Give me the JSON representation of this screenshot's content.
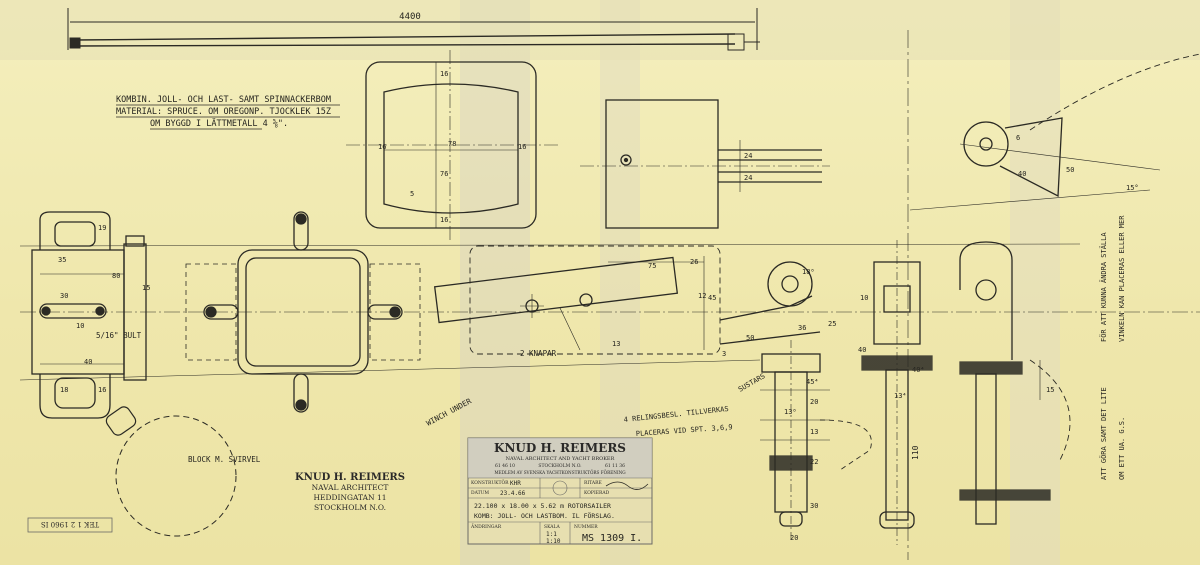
{
  "overall_length": "4400",
  "title_note": {
    "line1": "KOMBIN. JOLL- OCH LAST- SAMT SPINNACKERBOM",
    "line2": "MATERIAL: SPRUCE. OM OREGONP. TJOCKLEK 15Z",
    "line3": "OM BYGGD I LÄTTMETALL 4 ⅝\"."
  },
  "dims": {
    "d16a": "16",
    "d78": "78",
    "d16b": "16",
    "d16c": "16",
    "d76": "76",
    "d16d": "16",
    "d5": "5",
    "d24a": "24",
    "d24b": "24",
    "d35": "35",
    "d80": "80",
    "d15": "15",
    "d30": "30",
    "d10": "10",
    "d40": "40",
    "d18": "18",
    "d19": "19",
    "d16e": "16",
    "bolt": "5/16\" BULT",
    "d75": "75",
    "d26": "26",
    "d45": "45",
    "d12": "12",
    "d13": "13",
    "d3": "3",
    "d18b": "18⁰",
    "d36": "36",
    "d50": "50",
    "d25": "25",
    "d454": "45⁴",
    "d13o": "13⁰",
    "d20": "20",
    "d13b": "13",
    "d22": "22",
    "d30b": "30",
    "d20b": "20",
    "d40b": "40",
    "d10b": "10",
    "d404": "40⁴",
    "d13c": "13⁴",
    "d110": "110",
    "d15b": "15",
    "d40c": "40",
    "d6": "6",
    "d50b": "50",
    "d15c": "15°"
  },
  "labels": {
    "knapar": "2 KNAPAR",
    "winch": "WINCH UNDER",
    "block": "BLOCK M. SVIRVEL",
    "sustars": "SUSTARS",
    "relingsbesl": "4 RELINGSBESL. TILLVERKAS",
    "placeras": "PLACERAS VID SPT. 3,6,9",
    "side_note1": "FÖR ATT KUNNA ÄNDRA STÄLLA",
    "side_note2": "VINKELN KAN PLACERAS ELLER MER",
    "side_note3": "ATT GÖRA SAMT DET LITE",
    "side_note4": "OM ETT UA. G.S."
  },
  "architect_stamp": {
    "name": "KNUD H. REIMERS",
    "title": "NAVAL ARCHITECT",
    "street": "HEDDINGATAN 11",
    "city": "STOCKHOLM N.O."
  },
  "title_block": {
    "firm": "KNUD H. REIMERS",
    "subtitle": "NAVAL ARCHITECT AND YACHT BROKER",
    "phone1": "61 46 10",
    "city": "STOCKHOLM N.O.",
    "phone2": "61 11 36",
    "member": "MEDLEM AV SVENSKA YACHTKONSTRUKTÖRS FÖRENING",
    "konstruktor_label": "KONSTRUKTÖR",
    "konstruktor_value": "KHR",
    "ritare_label": "RITARE",
    "datum_label": "DATUM",
    "datum_value": "23.4.66",
    "kopierad_label": "KOPIERAD",
    "line1": "22.100 x 18.00 x 5.62 m ROTORSAILER",
    "line2": "KOMB: JOLL- OCH LASTBOM. IL FÖRSLAG.",
    "andringar_label": "ÄNDRINGAR",
    "skala_label": "SKALA",
    "skala_value1": "1:1",
    "skala_value2": "1:10",
    "nummer_label": "NUMMER",
    "nummer_value": "MS 1309 I."
  },
  "margin_stamp": "TEK 1 2 1960 IS"
}
